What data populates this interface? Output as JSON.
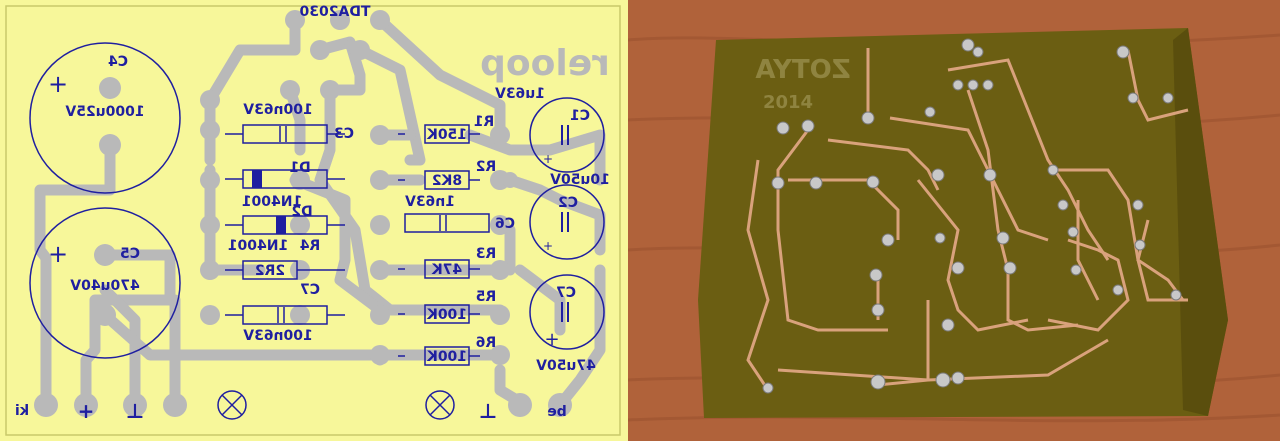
{
  "layout": {
    "chip": "TDA2030",
    "brand": "reloop",
    "components": {
      "c4": {
        "ref": "C4",
        "value": "1000u25V"
      },
      "c5": {
        "ref": "C5",
        "value": "470u40V"
      },
      "c3": {
        "ref": "C3",
        "value": "100n63V"
      },
      "c7b": {
        "ref": "C7",
        "value": "100n63V"
      },
      "c6": {
        "ref": "C6",
        "value": "1n63V"
      },
      "c1": {
        "ref": "C1",
        "value": "1u63V"
      },
      "c2": {
        "ref": "C2",
        "value": "10u50V"
      },
      "c7": {
        "ref": "C7",
        "value": "47u50V"
      },
      "d1": {
        "ref": "D1",
        "value": "1N4001"
      },
      "d2": {
        "ref": "D2",
        "value": "1N4001"
      },
      "r4": {
        "ref": "R4",
        "value": "2R2"
      },
      "r1": {
        "ref": "R1",
        "value": "150K"
      },
      "r2": {
        "ref": "R2",
        "value": "8K2"
      },
      "r3": {
        "ref": "R3",
        "value": "47K"
      },
      "r5": {
        "ref": "R5",
        "value": "100K"
      },
      "r6": {
        "ref": "R6",
        "value": "100K"
      }
    },
    "polarity_plus": "+",
    "connectors": {
      "ki": "ki",
      "plus": "+",
      "gnd1": "⊥",
      "gnd2": "⊥",
      "be": "be"
    }
  },
  "photo": {
    "board_text": "ZOTYA",
    "year": "2014"
  },
  "colors": {
    "board_yellow": "#f7f79a",
    "trace_gray": "#b9b9b9",
    "silk_blue": "#1f1fa0",
    "copper": "#d9a27c",
    "fr4": "#6b5e12"
  }
}
